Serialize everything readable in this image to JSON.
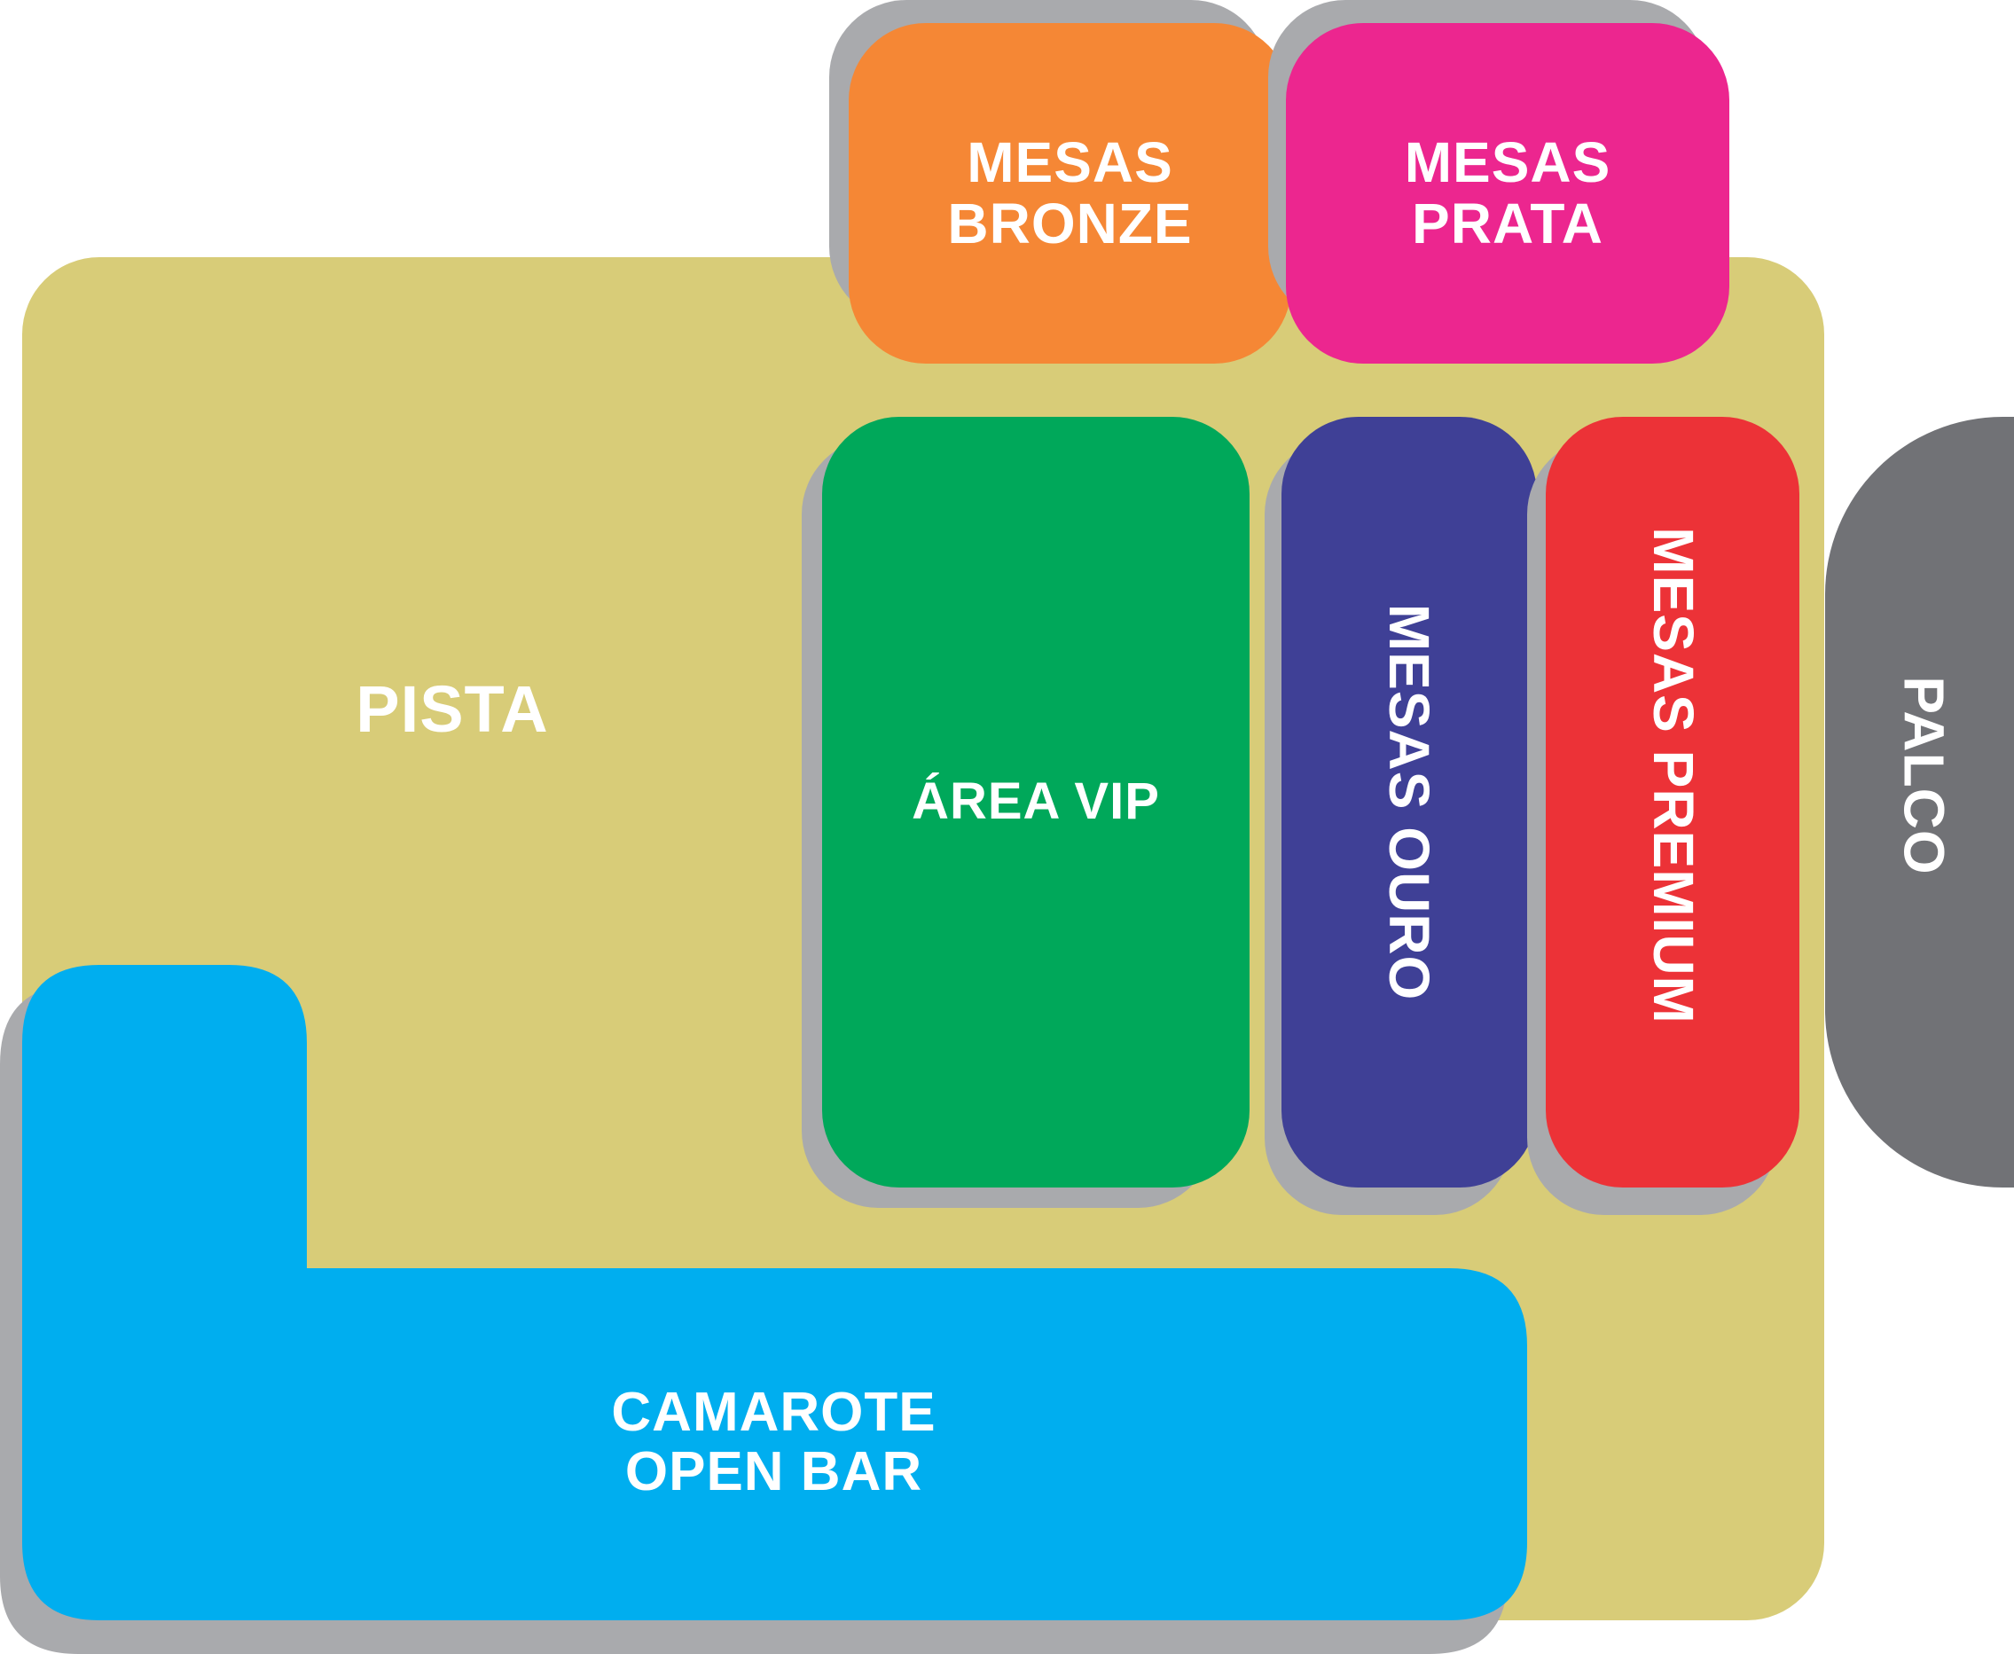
{
  "map": {
    "title": "",
    "zones": {
      "pista": {
        "label": "PISTA",
        "color": "#d8cc78"
      },
      "mesas_bronze": {
        "line1": "MESAS",
        "line2": "BRONZE",
        "color": "#f58735"
      },
      "mesas_prata": {
        "line1": "MESAS",
        "line2": "PRATA",
        "color": "#ec268f"
      },
      "area_vip": {
        "label": "ÁREA VIP",
        "color": "#00a85a"
      },
      "mesas_ouro": {
        "label": "MESAS OURO",
        "color": "#3f4096"
      },
      "mesas_premium": {
        "label": "MESAS PREMIUM",
        "color": "#ec3237"
      },
      "palco": {
        "label": "PALCO",
        "color": "#717276"
      },
      "camarote": {
        "line1": "CAMAROTE",
        "line2": "OPEN BAR",
        "color": "#00aeef"
      }
    },
    "shadow_color": "#a9aaad"
  }
}
